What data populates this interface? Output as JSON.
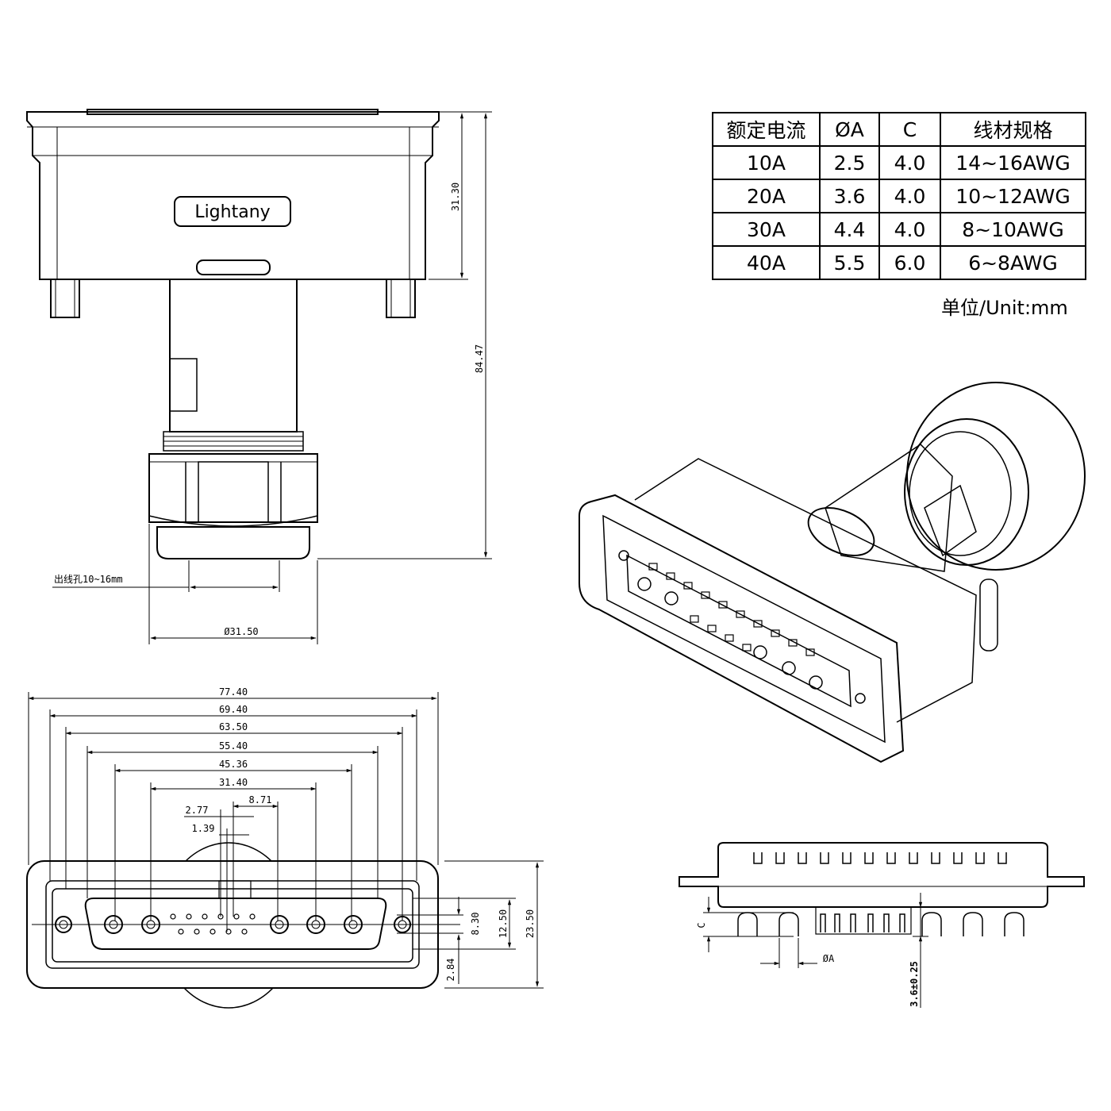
{
  "spec_table": {
    "headers": [
      "额定电流",
      "ØA",
      "C",
      "线材规格"
    ],
    "rows": [
      [
        "10A",
        "2.5",
        "4.0",
        "14~16AWG"
      ],
      [
        "20A",
        "3.6",
        "4.0",
        "10~12AWG"
      ],
      [
        "30A",
        "4.4",
        "4.0",
        "8~10AWG"
      ],
      [
        "40A",
        "5.5",
        "6.0",
        "6~8AWG"
      ]
    ]
  },
  "unit_note": "单位/Unit:mm",
  "brand_label": "Lightany",
  "side_view": {
    "dim_height_top": "31.30",
    "dim_height_total": "84.47",
    "cable_hole_label": "出线孔10~16mm",
    "dim_nut_diameter": "Ø31.50"
  },
  "front_view": {
    "dims_horizontal": [
      "77.40",
      "69.40",
      "63.50",
      "55.40",
      "45.36",
      "31.40",
      "8.71",
      "2.77",
      "1.39"
    ],
    "dims_vertical": [
      "8.30",
      "12.50",
      "23.50",
      "2.84"
    ]
  },
  "profile_view": {
    "dim_c": "C",
    "dim_a": "ØA",
    "dim_pin": "3.6±0.25"
  }
}
